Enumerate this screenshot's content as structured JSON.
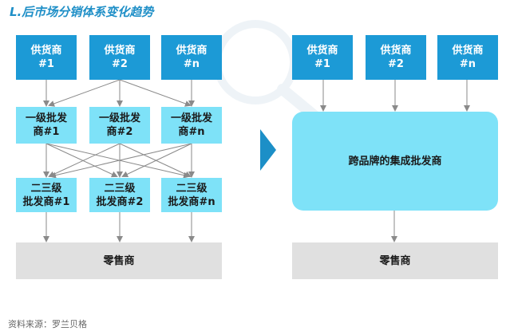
{
  "title": "L.后市场分销体系变化趋势",
  "source": "资料来源：罗兰贝格",
  "left": {
    "suppliers": [
      "供货商\n#1",
      "供货商\n#2",
      "供货商\n#n"
    ],
    "level1": [
      "一级批发\n商#1",
      "一级批发\n商#2",
      "一级批发\n商#n"
    ],
    "level23": [
      "二三级\n批发商#1",
      "二三级\n批发商#2",
      "二三级\n批发商#n"
    ],
    "retail": "零售商"
  },
  "right": {
    "suppliers": [
      "供货商\n#1",
      "供货商\n#2",
      "供货商\n#n"
    ],
    "integrated": "跨品牌的集成批发商",
    "retail": "零售商"
  },
  "colors": {
    "supplier": "#1c9ad6",
    "wholesaler": "#7ee2f8",
    "retail": "#e0e0e0",
    "arrow": "#8a8a8a",
    "chevron": "#1c8fc7"
  },
  "icons": {
    "transition": "chevron-right-icon",
    "watermark": "magnifier-icon"
  }
}
